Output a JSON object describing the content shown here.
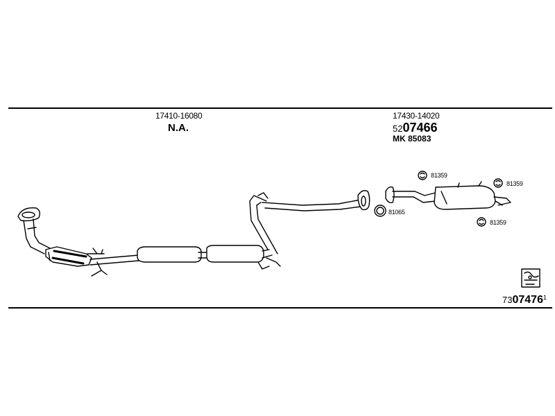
{
  "parts": {
    "front_pipe_number": "17410-16080",
    "front_pipe_status": "N.A.",
    "rear_number": "17430-14020",
    "rear_ref_prefix": "52",
    "rear_ref_main": "07466",
    "rear_mk": "MK  85083"
  },
  "callouts": {
    "c1": "81359",
    "c2": "81359",
    "c3": "81065",
    "c4": "81359"
  },
  "footer": {
    "ref_prefix": "73",
    "ref_main": "07476",
    "ref_suffix": "1"
  }
}
